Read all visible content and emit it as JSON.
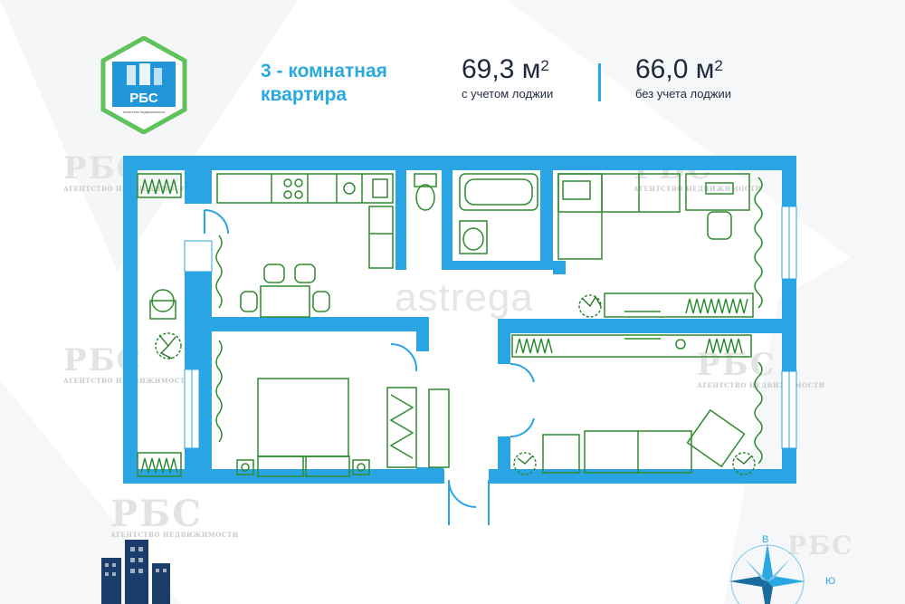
{
  "header": {
    "rooms_title": "3 - комнатная квартира",
    "area_total": "69,3 м",
    "area_total_sup": "2",
    "area_total_note": "с учетом лоджии",
    "area_net": "66,0 м",
    "area_net_sup": "2",
    "area_net_note": "без учета лоджии"
  },
  "logo": {
    "brand": "РБС",
    "tagline": "агентство недвижимости"
  },
  "watermarks": {
    "brand": "РБС",
    "tagline": "АГЕНТСТВО НЕДВИЖИМОСТИ",
    "site": "astrega"
  },
  "compass": {
    "north": "В",
    "east": "Ю"
  },
  "colors": {
    "wall": "#2aa4e3",
    "furniture": "#2e8b2e",
    "accent": "#2aa9e0",
    "text": "#1e2b3c"
  }
}
